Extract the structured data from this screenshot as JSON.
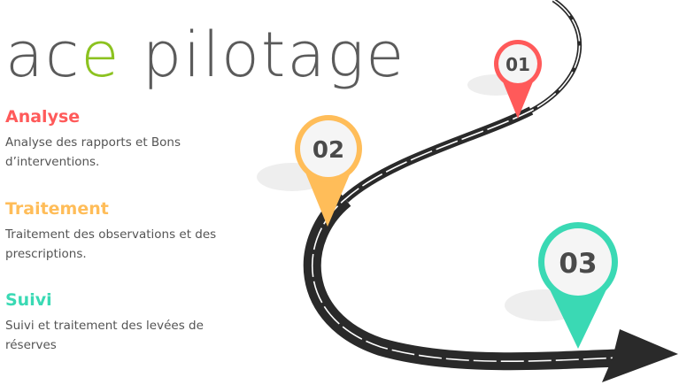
{
  "logo": {
    "part1": "ac",
    "accent": "e",
    "part2": " pilotage"
  },
  "colors": {
    "analyse": "#ff5a5a",
    "traitement": "#ffbd59",
    "suivi": "#3ad9b4",
    "accent": "#8cc220",
    "road": "#2a2a2a"
  },
  "steps": [
    {
      "title": "Analyse",
      "text": "Analyse des rapports et Bons d’interventions.",
      "number": "01"
    },
    {
      "title": "Traitement",
      "text": "Traitement des observations et des prescriptions.",
      "number": "02"
    },
    {
      "title": "Suivi",
      "text": "Suivi et traitement des levées de réserves",
      "number": "03"
    }
  ]
}
